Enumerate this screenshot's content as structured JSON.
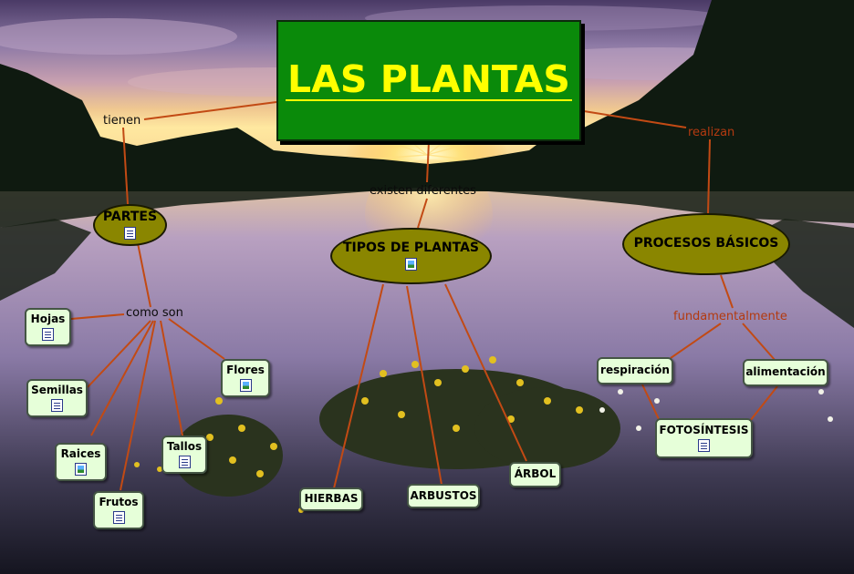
{
  "title": "LAS PLANTAS",
  "colors": {
    "title_bg": "#0a8a0a",
    "title_text": "#ffff00",
    "oval_fill": "#8a8600",
    "node_fill": "#e6ffd9",
    "link_line": "#c24a14",
    "red_phrase": "#b33a10"
  },
  "linking_phrases": {
    "tienen": "tienen",
    "existen": "existen diferentes",
    "realizan": "realizan",
    "como_son": "como son",
    "fundamentalmente": "fundamentalmente"
  },
  "concepts": {
    "partes": "PARTES",
    "tipos": "TIPOS DE PLANTAS",
    "procesos": "PROCESOS BÁSICOS"
  },
  "partes_children": {
    "hojas": "Hojas",
    "semillas": "Semillas",
    "raices": "Raices",
    "frutos": "Frutos",
    "tallos": "Tallos",
    "flores": "Flores"
  },
  "tipos_children": {
    "hierbas": "HIERBAS",
    "arbustos": "ARBUSTOS",
    "arbol": "ÁRBOL"
  },
  "procesos_children": {
    "respiracion": "respiración",
    "alimentacion": "alimentación",
    "fotosintesis": "FOTOSÍNTESIS"
  },
  "resource_icons": {
    "document": "document-icon",
    "image": "image-icon"
  }
}
